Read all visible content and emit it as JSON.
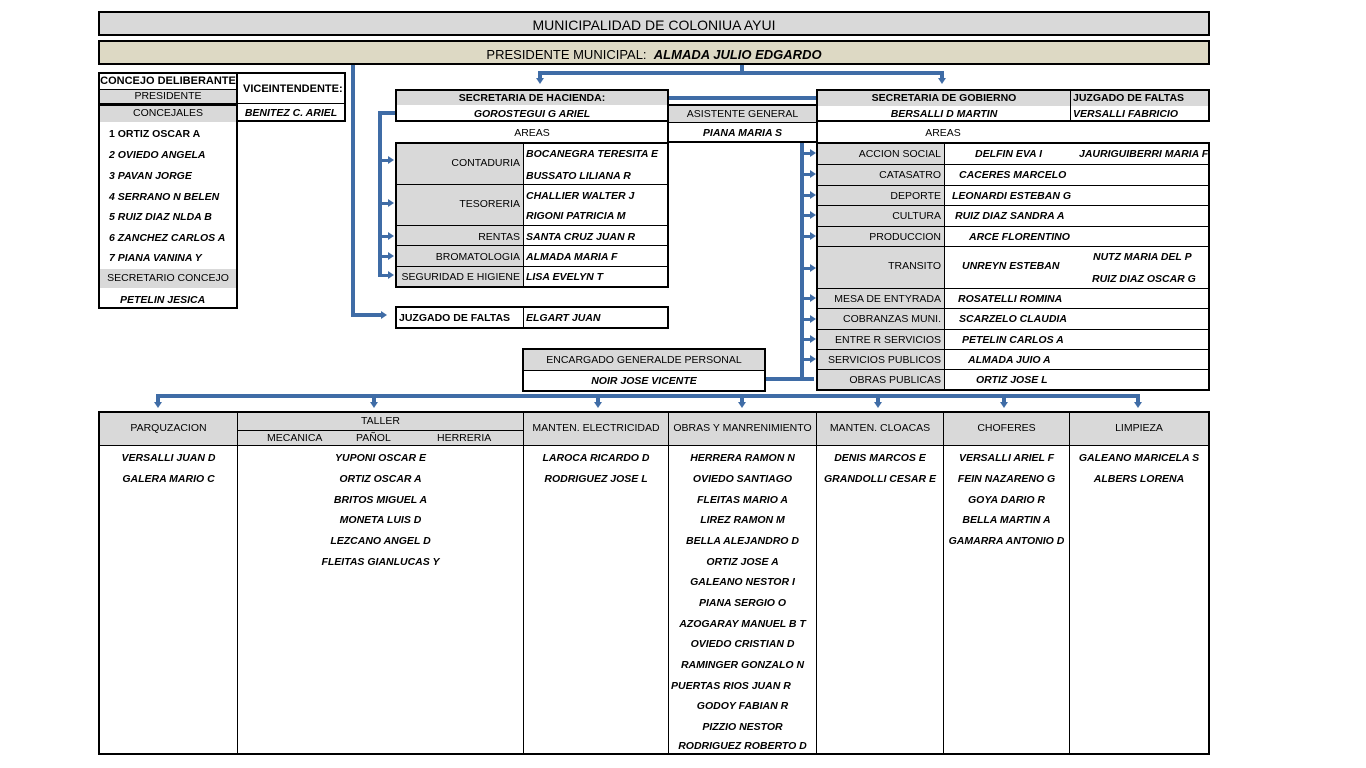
{
  "title": "MUNICIPALIDAD DE COLONIUA AYUI",
  "president": {
    "label": "PRESIDENTE MUNICIPAL:",
    "name": "ALMADA JULIO EDGARDO"
  },
  "concejo": {
    "title": "CONCEJO DELIBERANTE",
    "presidente_label": "PRESIDENTE",
    "concejales_label": "CONCEJALES",
    "concejales": [
      "1  ORTIZ  OSCAR A",
      "2  OVIEDO ANGELA",
      "3  PAVAN JORGE",
      "4  SERRANO N BELEN",
      "5  RUIZ DIAZ NLDA B",
      "6  ZANCHEZ CARLOS A",
      "7  PIANA VANINA Y"
    ],
    "secretario_label": "SECRETARIO CONCEJO",
    "secretario": "PETELIN JESICA"
  },
  "vice": {
    "label": "VICEINTENDENTE:",
    "name": "BENITEZ C. ARIEL"
  },
  "hacienda": {
    "title": "SECRETARIA DE HACIENDA:",
    "name": "GOROSTEGUI G ARIEL",
    "areas_label": "AREAS",
    "areas": [
      {
        "label": "CONTADURIA",
        "people": [
          "BOCANEGRA TERESITA E",
          "BUSSATO LILIANA R"
        ]
      },
      {
        "label": "TESORERIA",
        "people": [
          "CHALLIER WALTER J",
          "RIGONI PATRICIA M"
        ]
      },
      {
        "label": "RENTAS",
        "people": [
          "SANTA CRUZ JUAN R"
        ]
      },
      {
        "label": "BROMATOLOGIA",
        "people": [
          "ALMADA MARIA F"
        ]
      },
      {
        "label": "SEGURIDAD E HIGIENE",
        "people": [
          "LISA EVELYN T"
        ]
      }
    ]
  },
  "juzgado_hacienda": {
    "label": "JUZGADO DE FALTAS",
    "name": "ELGART JUAN"
  },
  "asistente": {
    "label": "ASISTENTE GENERAL",
    "name": "PIANA MARIA S"
  },
  "gobierno": {
    "title": "SECRETARIA DE GOBIERNO",
    "name": "BERSALLI D MARTIN",
    "areas_label": "AREAS",
    "areas": [
      {
        "label": "ACCION SOCIAL",
        "people": [
          "DELFIN EVA I"
        ],
        "extra": [
          "JAURIGUIBERRI MARIA F"
        ]
      },
      {
        "label": "CATASATRO",
        "people": [
          "CACERES MARCELO"
        ],
        "extra": []
      },
      {
        "label": "DEPORTE",
        "people": [
          "LEONARDI ESTEBAN G"
        ],
        "extra": []
      },
      {
        "label": "CULTURA",
        "people": [
          "RUIZ DIAZ SANDRA A"
        ],
        "extra": []
      },
      {
        "label": "PRODUCCION",
        "people": [
          "ARCE FLORENTINO"
        ],
        "extra": []
      },
      {
        "label": "TRANSITO",
        "people": [
          "UNREYN ESTEBAN"
        ],
        "extra": [
          "NUTZ MARIA DEL P",
          "RUIZ DIAZ OSCAR G"
        ]
      },
      {
        "label": "MESA DE ENTYRADA",
        "people": [
          "ROSATELLI ROMINA"
        ],
        "extra": []
      },
      {
        "label": "COBRANZAS MUNI.",
        "people": [
          "SCARZELO CLAUDIA"
        ],
        "extra": []
      },
      {
        "label": "ENTRE R SERVICIOS",
        "people": [
          "PETELIN CARLOS A"
        ],
        "extra": []
      },
      {
        "label": "SERVICIOS PUBLICOS",
        "people": [
          "ALMADA JUIO A"
        ],
        "extra": []
      },
      {
        "label": "OBRAS PUBLICAS",
        "people": [
          "ORTIZ JOSE L"
        ],
        "extra": []
      }
    ]
  },
  "juzgado_gobierno": {
    "label": "JUZGADO DE FALTAS",
    "name": "VERSALLI FABRICIO"
  },
  "personal": {
    "label": "ENCARGADO GENERALDE PERSONAL",
    "name": "NOIR JOSE VICENTE"
  },
  "bottom": {
    "parquizacion": {
      "label": "PARQUZACION",
      "people": [
        "VERSALLI JUAN D",
        "GALERA MARIO C"
      ]
    },
    "taller": {
      "label": "TALLER",
      "subs": [
        "MECANICA",
        "PAÑOL",
        "HERRERIA"
      ],
      "people": [
        "YUPONI OSCAR E",
        "ORTIZ OSCAR A",
        "BRITOS MIGUEL A",
        "MONETA LUIS D",
        "LEZCANO ANGEL D",
        "FLEITAS GIANLUCAS Y"
      ]
    },
    "electricidad": {
      "label": "MANTEN. ELECTRICIDAD",
      "people": [
        "LAROCA RICARDO D",
        "RODRIGUEZ JOSE L"
      ]
    },
    "obras": {
      "label": "OBRAS Y MANRENIMIENTO",
      "people": [
        "HERRERA RAMON N",
        "OVIEDO SANTIAGO",
        "FLEITAS MARIO A",
        "LIREZ RAMON M",
        "BELLA ALEJANDRO D",
        "ORTIZ JOSE A",
        "GALEANO NESTOR I",
        "PIANA SERGIO O",
        "AZOGARAY MANUEL B T",
        "OVIEDO CRISTIAN D",
        "RAMINGER GONZALO N",
        "PUERTAS RIOS JUAN R",
        "GODOY FABIAN R",
        "PIZZIO NESTOR",
        "RODRIGUEZ ROBERTO D"
      ]
    },
    "cloacas": {
      "label": "MANTEN. CLOACAS",
      "people": [
        "DENIS MARCOS E",
        "GRANDOLLI CESAR E"
      ]
    },
    "choferes": {
      "label": "CHOFERES",
      "people": [
        "VERSALLI ARIEL F",
        "FEIN NAZARENO G",
        "GOYA DARIO R",
        "BELLA MARTIN A",
        "GAMARRA ANTONIO D"
      ]
    },
    "limpieza": {
      "label": "LIMPIEZA",
      "people": [
        "GALEANO MARICELA S",
        "ALBERS LORENA"
      ]
    }
  }
}
